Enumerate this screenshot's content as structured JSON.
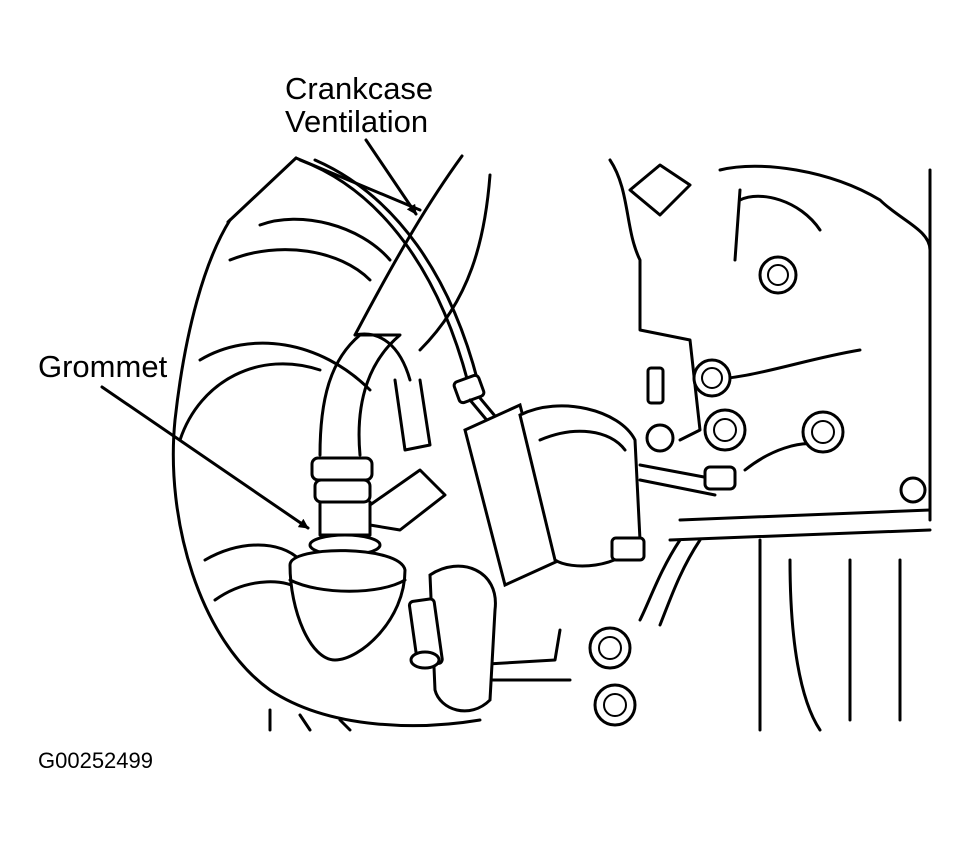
{
  "labels": {
    "crankcase_line1": "Crankcase",
    "crankcase_line2": "Ventilation",
    "grommet": "Grommet"
  },
  "figure_id": "G00252499"
}
